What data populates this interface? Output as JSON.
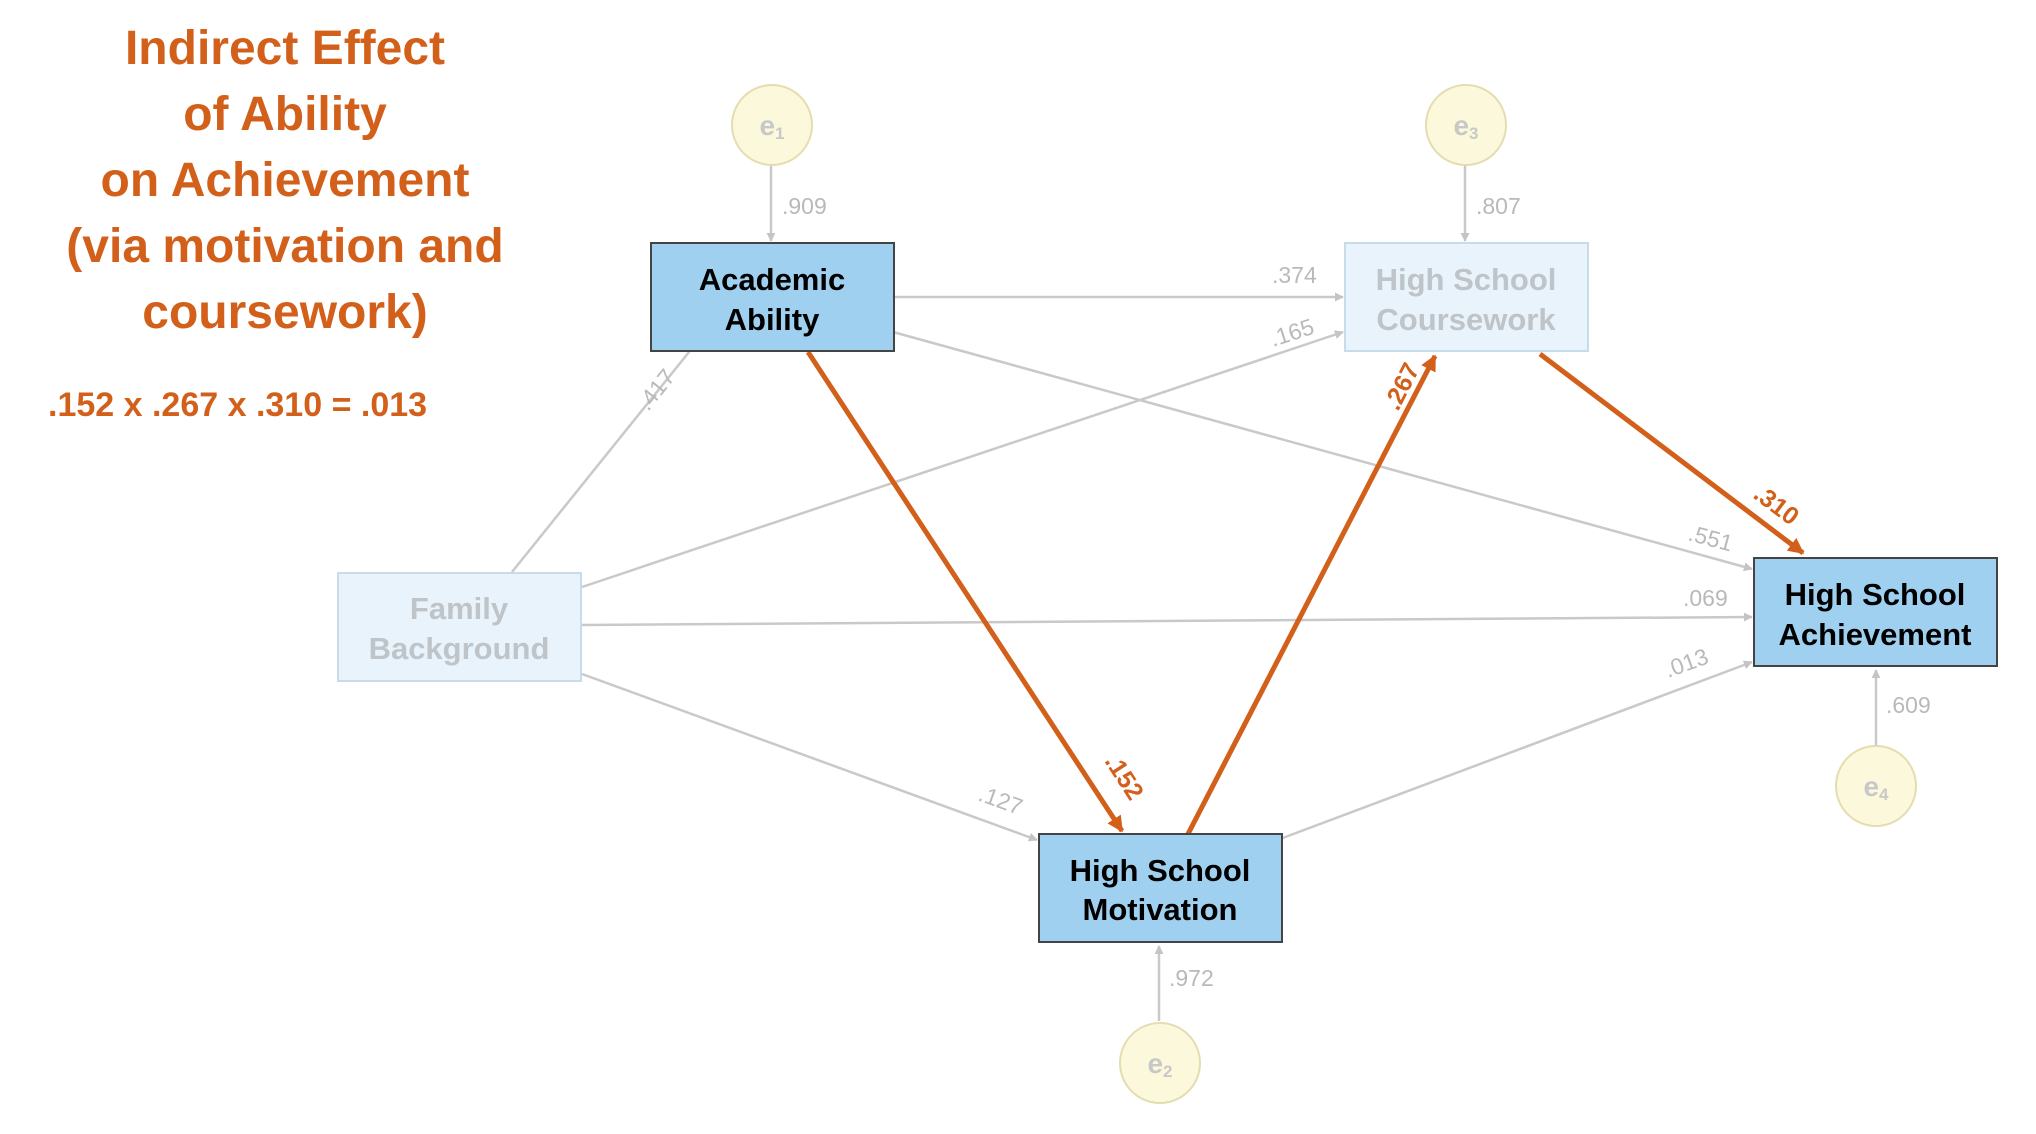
{
  "title_lines": [
    "Indirect Effect",
    "of Ability",
    "on Achievement",
    "(via motivation and",
    "coursework)"
  ],
  "formula": ".152 x .267 x .310 = .013",
  "colors": {
    "accent": "#d2601a",
    "box_active_fill": "#9fd0f0",
    "box_dim_fill": "#e5f2fb",
    "dim_text": "#c0c0c0",
    "error_fill": "#fbf8dc"
  },
  "nodes": {
    "ability": {
      "line1": "Academic",
      "line2": "Ability",
      "active": true
    },
    "coursework": {
      "line1": "High School",
      "line2": "Coursework",
      "active": false
    },
    "family": {
      "line1": "Family",
      "line2": "Background",
      "active": false
    },
    "achievement": {
      "line1": "High School",
      "line2": "Achievement",
      "active": true
    },
    "motivation": {
      "line1": "High School",
      "line2": "Motivation",
      "active": true
    }
  },
  "errors": {
    "e1": {
      "label": "e",
      "sub": "1",
      "path": ".909"
    },
    "e3": {
      "label": "e",
      "sub": "3",
      "path": ".807"
    },
    "e2": {
      "label": "e",
      "sub": "2",
      "path": ".972"
    },
    "e4": {
      "label": "e",
      "sub": "4",
      "path": ".609"
    }
  },
  "paths": {
    "family_ability": ".417",
    "ability_coursework": ".374",
    "family_coursework": ".165",
    "ability_achievement": ".551",
    "family_achievement": ".069",
    "motivation_achievement": ".013",
    "family_motivation": ".127",
    "ability_motivation": ".152",
    "motivation_coursework": ".267",
    "coursework_achievement": ".310"
  }
}
